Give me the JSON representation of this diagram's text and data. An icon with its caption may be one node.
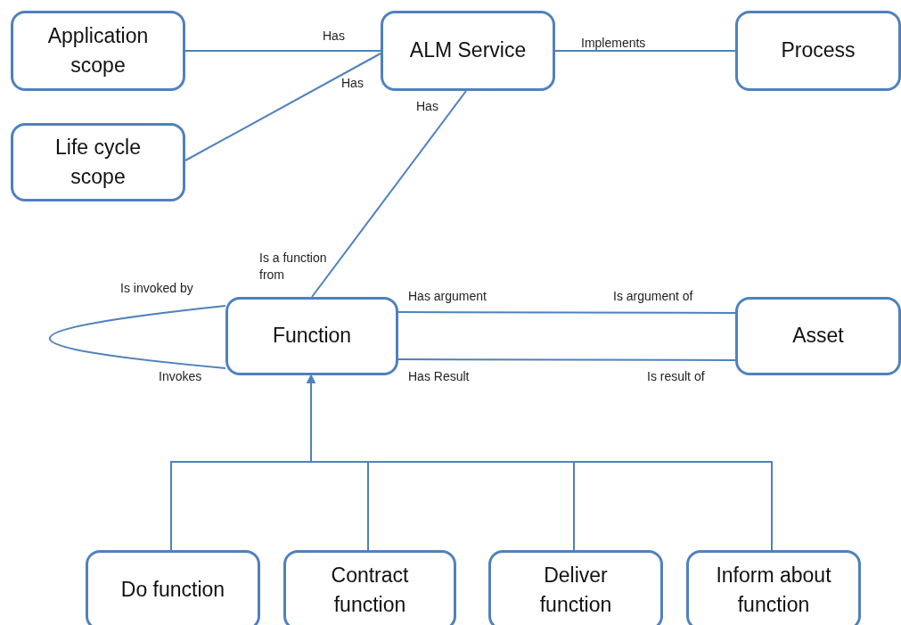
{
  "diagram": {
    "nodes": [
      {
        "text": [
          "Application scope"
        ]
      },
      {
        "text": [
          "ALM Service"
        ]
      },
      {
        "text": [
          "Process"
        ]
      },
      {
        "text": [
          "Life cycle scope"
        ]
      },
      {
        "text": [
          "Function"
        ]
      },
      {
        "text": [
          "Asset"
        ]
      },
      {
        "text": [
          "Do function"
        ]
      },
      {
        "text": [
          "Contract function"
        ]
      },
      {
        "text": [
          "Deliver function"
        ]
      },
      {
        "text": [
          "Inform about function"
        ]
      }
    ],
    "edges": [
      {
        "from": 0,
        "to": 1,
        "arrow": "none",
        "label": "Has"
      },
      {
        "from": 3,
        "to": 1,
        "arrow": "none",
        "label": "Has"
      },
      {
        "from": 1,
        "to": 2,
        "arrow": "none",
        "label": "Implements"
      },
      {
        "from": 4,
        "to": 1,
        "arrow": "none",
        "label": "Is a function from"
      },
      {
        "from": 4,
        "to": 5,
        "arrow": "none",
        "label": "Has argument"
      },
      {
        "from": 4,
        "to": 5,
        "arrow": "none",
        "label": "Has Result"
      },
      {
        "from": 4,
        "to": 4,
        "arrow": "none",
        "label": "Is invoked by"
      },
      {
        "from": 6,
        "to": 4,
        "arrow": "to"
      },
      {
        "from": 7,
        "to": 4,
        "arrow": "to"
      },
      {
        "from": 8,
        "to": 4,
        "arrow": "to"
      },
      {
        "from": 9,
        "to": 4,
        "arrow": "to"
      }
    ],
    "labels": [
      "Has",
      "Is argument of",
      "Is result of",
      "Invokes"
    ]
  }
}
